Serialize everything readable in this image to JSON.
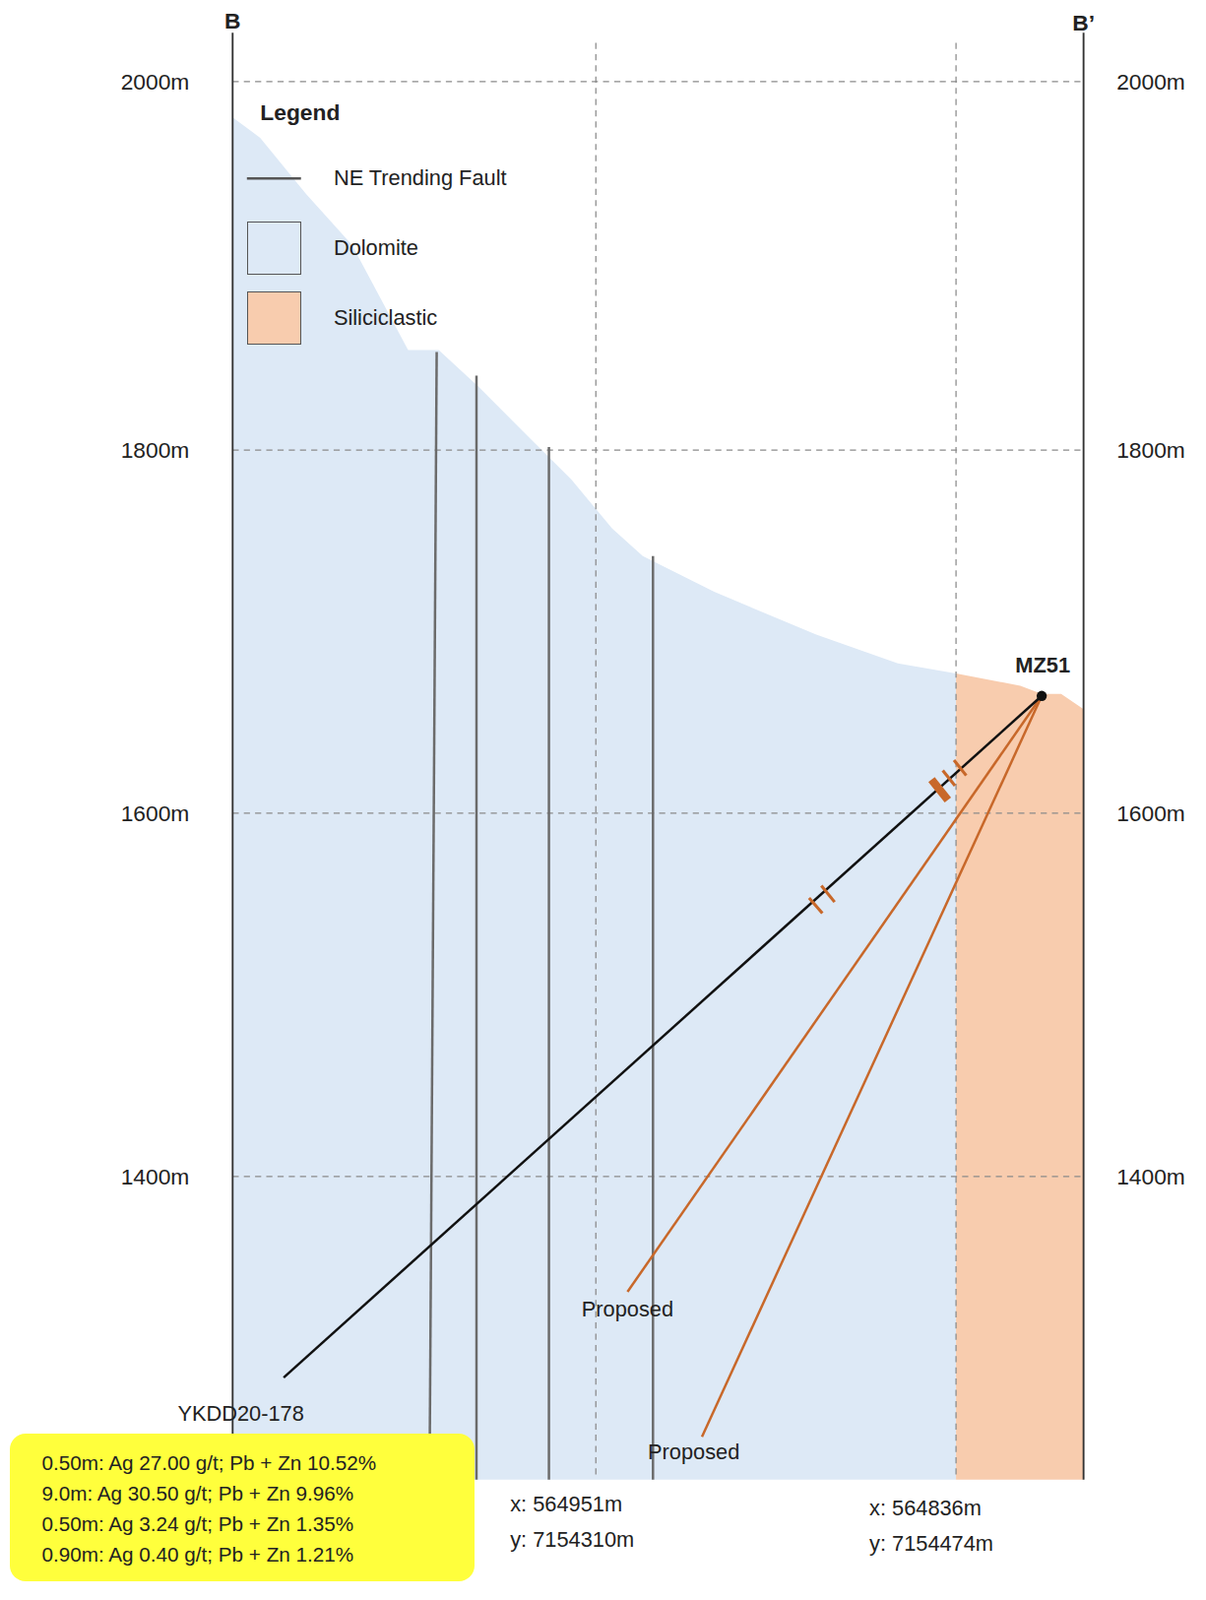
{
  "diagram": {
    "nodes": [
      {
        "text": [
          "0.50m: Ag 27.00 g/t; Pb + Zn 10.52%",
          "9.0m: Ag 30.50 g/t; Pb + Zn 9.96%",
          "0.50m: Ag 3.24 g/t; Pb + Zn 1.35%",
          "0.90m: Ag 0.40 g/t; Pb + Zn 1.21%"
        ]
      }
    ],
    "labels": [
      "B",
      "B’",
      "2000m",
      "2000m",
      "1800m",
      "1800m",
      "1600m",
      "1600m",
      "1400m",
      "1400m",
      "Legend",
      "MZ51",
      "Proposed",
      "Proposed",
      "YKDD20-178",
      "x: 564951m",
      "y: 7154310m",
      "x: 564836m",
      "y: 7154474m"
    ],
    "legend": [
      {
        "text": "NE Trending Fault"
      },
      {
        "text": "Dolomite",
        "color": "#dde9f6"
      },
      {
        "text": "Siliciclastic",
        "color": "#f8ccae"
      }
    ]
  }
}
